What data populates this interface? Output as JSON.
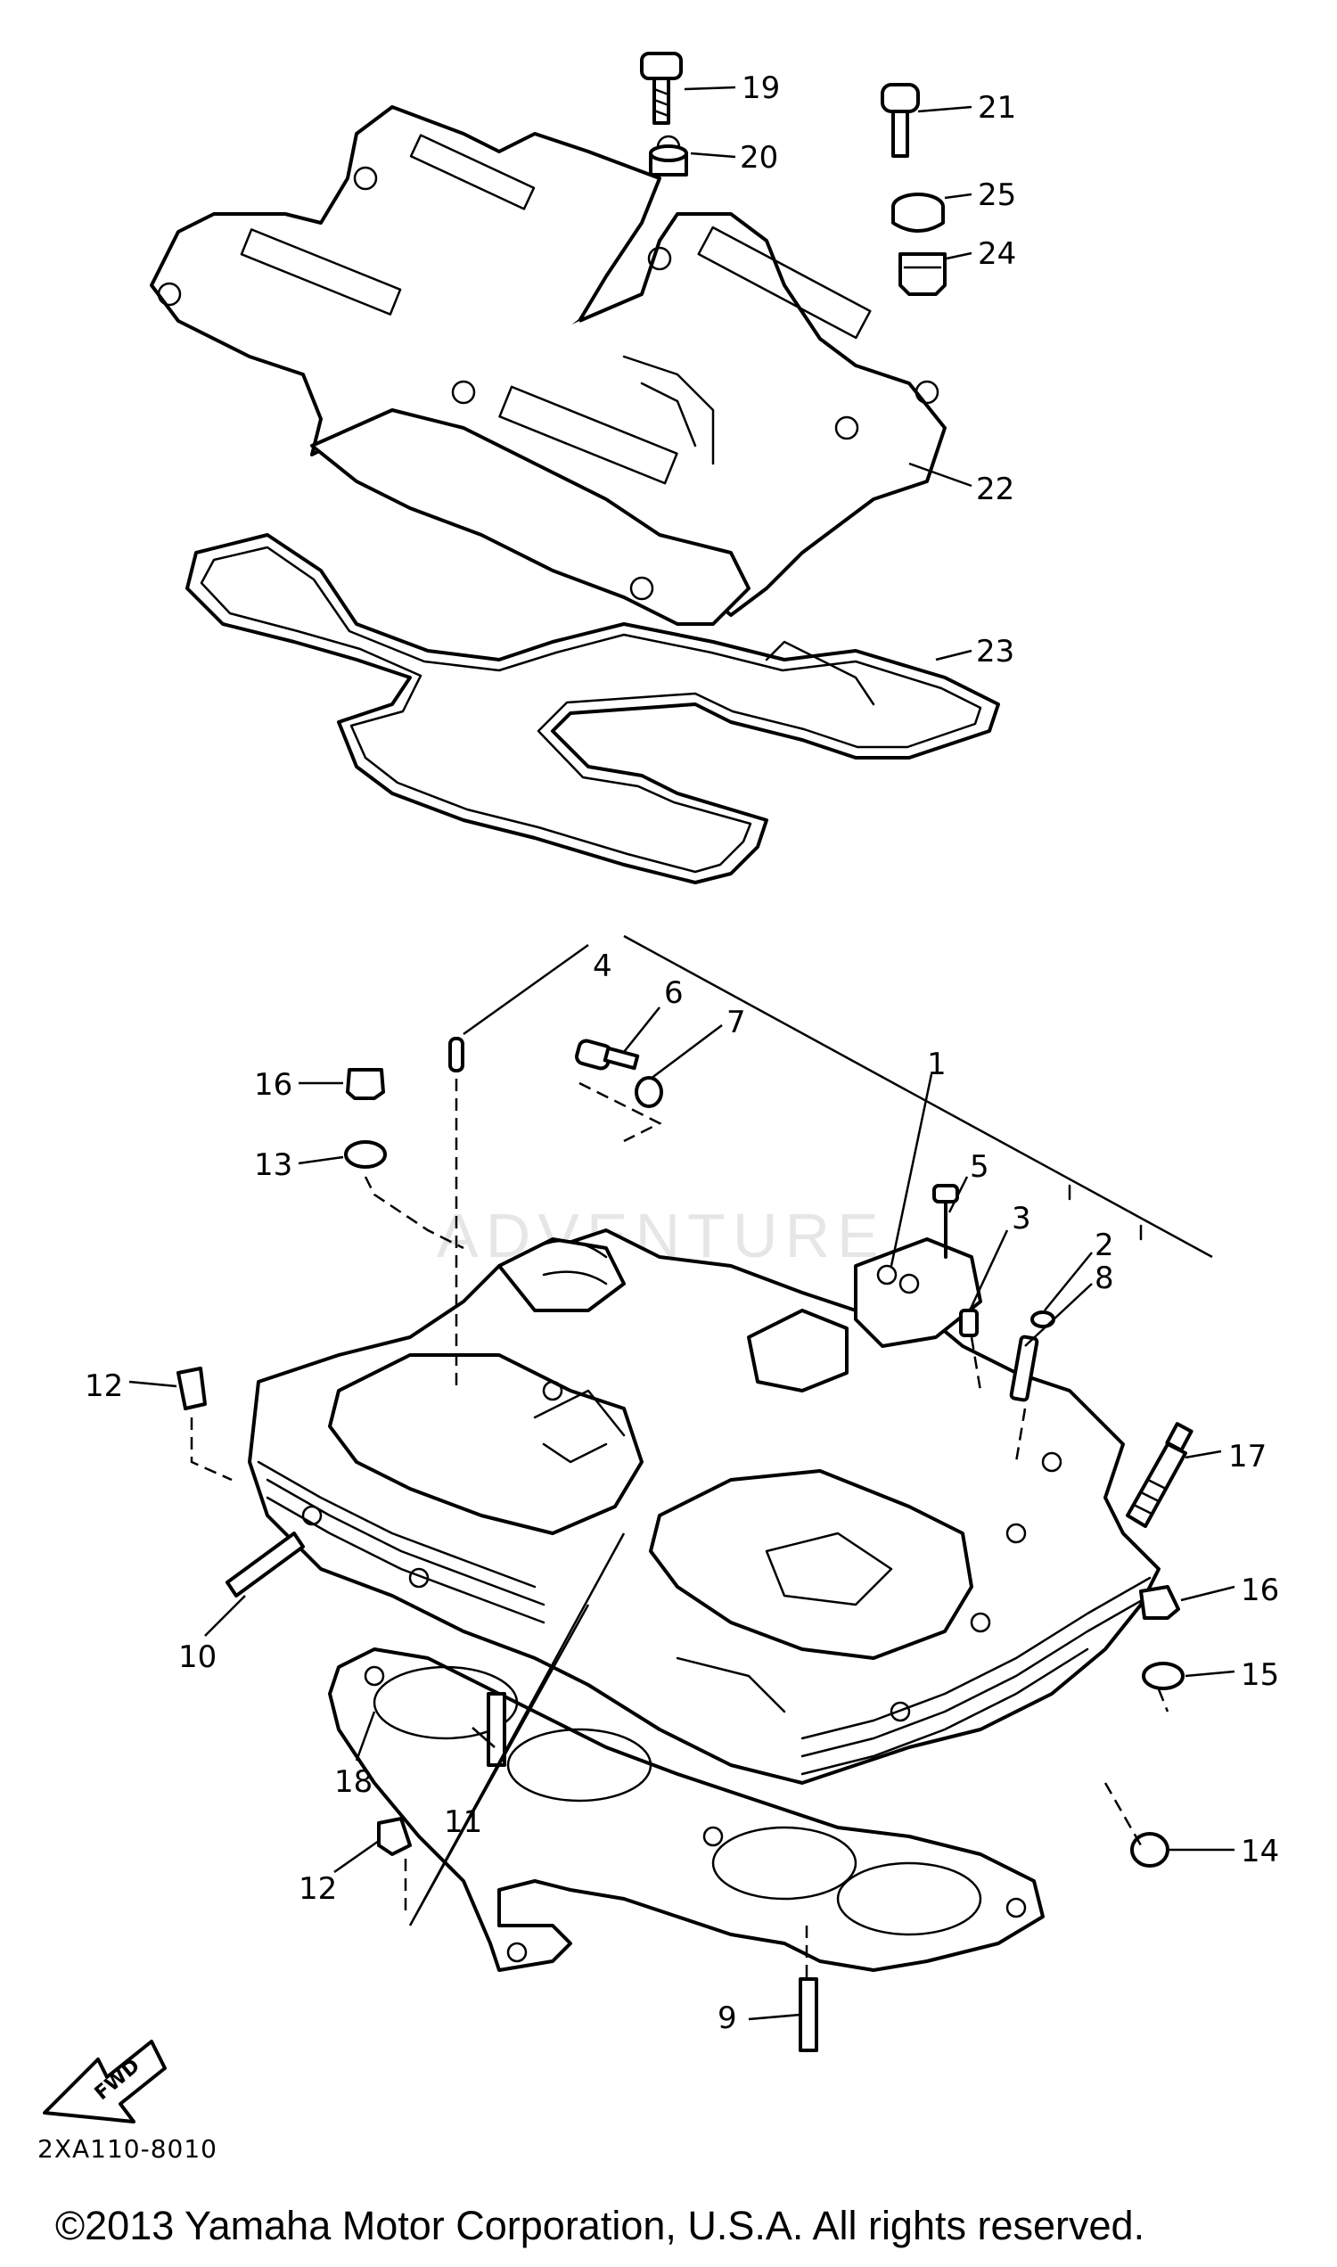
{
  "diagram_code": "2XA110-8010",
  "copyright": "©2013 Yamaha Motor Corporation, U.S.A. All rights reserved.",
  "watermark": "ADVENTURE",
  "fwd_label": "FWD",
  "callouts": [
    "1",
    "2",
    "3",
    "4",
    "5",
    "6",
    "7",
    "8",
    "9",
    "10",
    "11",
    "12",
    "12",
    "13",
    "14",
    "15",
    "16",
    "16",
    "17",
    "18",
    "19",
    "20",
    "21",
    "22",
    "23",
    "24",
    "25"
  ]
}
